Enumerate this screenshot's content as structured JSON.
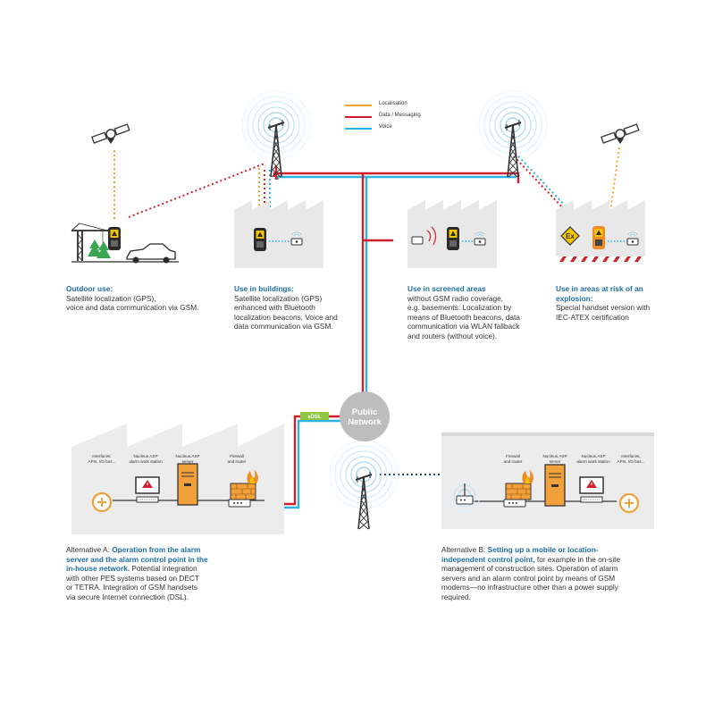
{
  "legend": [
    {
      "label": "Localisation",
      "color": "#f5a623"
    },
    {
      "label": "Data / Messaging",
      "color": "#d0202e"
    },
    {
      "label": "Voice",
      "color": "#2cb3e3"
    }
  ],
  "colors": {
    "localisation": "#f5a623",
    "data": "#d0202e",
    "voice": "#2cb3e3",
    "accent_text": "#1e6fa5",
    "building": "#e8e8e8",
    "dsl": "#8dc63f",
    "hazard": "#d0202e"
  },
  "network": {
    "public_l1": "Public",
    "public_l2": "Network",
    "dsl_label": "xDSL"
  },
  "scenarios": {
    "outdoor": {
      "heading": "Outdoor use:",
      "lines": [
        "Satellite localization (GPS),",
        "voice and data communication via GSM."
      ]
    },
    "buildings": {
      "heading": "Use in buildings:",
      "lines": [
        "Satellite localization (GPS)",
        "enhanced with Bluetooth",
        "localization beacons. Voice and",
        "data communication via GSM."
      ]
    },
    "screened": {
      "heading": "Use in screened areas",
      "lines": [
        "without GSM radio coverage,",
        "e.g. basements: Localization by",
        "means of Bluetooth beacons, data",
        "communication via WLAN fallback",
        "and routers (without voice)."
      ]
    },
    "explosion": {
      "heading_l1": "Use in areas at risk of an",
      "heading_l2": "explosion:",
      "lines": [
        "Special handset version with",
        "IEC-ATEX certification"
      ]
    }
  },
  "left_building": {
    "labels": {
      "interfaces_l1": "Interfaces:",
      "interfaces_l2": "APIs, I/O bus...",
      "workstation_l1": "Nucleus.ASP",
      "workstation_l2": "alarm work station",
      "server_l1": "Nucleus.ASP",
      "server_l2": "server",
      "firewall_l1": "Firewall",
      "firewall_l2": "and router"
    }
  },
  "right_building": {
    "labels": {
      "firewall_l1": "Firewall",
      "firewall_l2": "and router",
      "server_l1": "Nucleus.ASP",
      "server_l2": "server",
      "workstation_l1": "Nucleus.ASP",
      "workstation_l2": "alarm work station",
      "interfaces_l1": "Interfaces,",
      "interfaces_l2": "APIs, I/O bus..."
    }
  },
  "alt_a": {
    "prefix": "Alternative A: ",
    "emph_l1": "Operation from the alarm",
    "emph_l2": "server and the alarm control point in the",
    "emph_l3": "in-house network.",
    "rest_l3": " Potential integration",
    "lines": [
      "with other PES systems based on DECT",
      "or TETRA. Integration of GSM handsets",
      "via secure Internet connection (DSL)."
    ]
  },
  "alt_b": {
    "prefix": "Alternative B: ",
    "emph_l1": "Setting up a mobile or location-",
    "emph_l2": "independent control point,",
    "rest_l2": " for example in the on-site",
    "lines": [
      "management of construction sites. Operation of alarm",
      "servers and an alarm control point by means of GSM",
      "modems—no infrastructure other than a power supply",
      "required."
    ]
  }
}
